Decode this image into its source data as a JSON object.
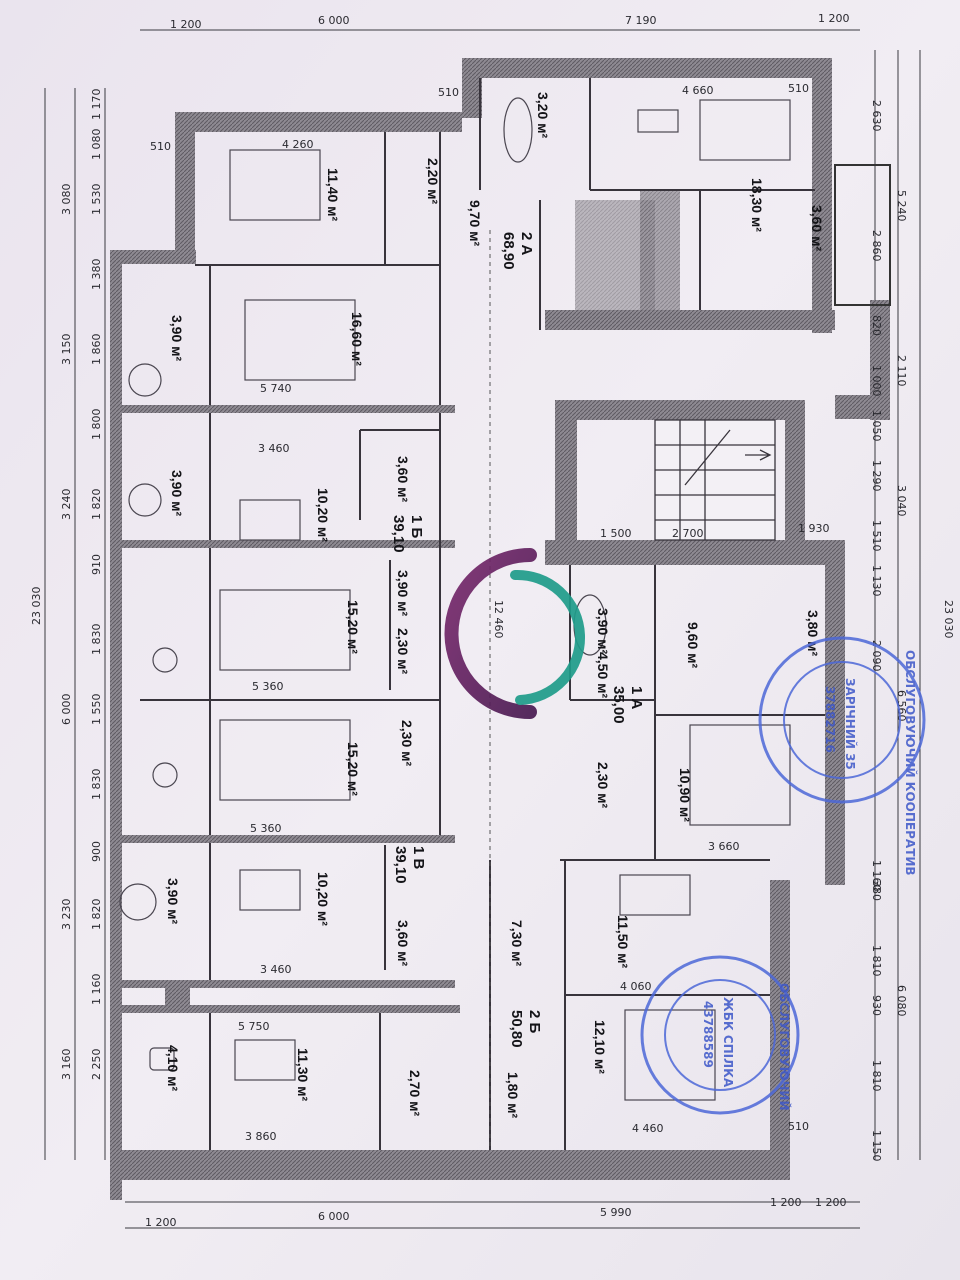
{
  "plan": {
    "top_dims": [
      "1 200",
      "6 000",
      "7 190",
      "1 200"
    ],
    "bottom_dims": [
      "1 200",
      "6 000",
      "5 990",
      "1 200",
      "1 200"
    ],
    "left_chain": [
      "1 170",
      "1 080",
      "1 530",
      "1 380",
      "1 860",
      "1 800",
      "1 820",
      "910",
      "1 830",
      "1 550",
      "1 830",
      "900",
      "1 820",
      "1 160",
      "2 250"
    ],
    "left_totals": [
      "3 080",
      "3 150",
      "3 240",
      "6 000",
      "3 230",
      "3 160"
    ],
    "left_overall": "23 030",
    "right_chain": [
      "2 630",
      "2 860",
      "820",
      "1 000",
      "1 050",
      "1 290",
      "1 510",
      "1 130",
      "2 090",
      "6 560",
      "1 160",
      "380",
      "1 810",
      "930",
      "1 810",
      "1 150"
    ],
    "right_totals": [
      "5 240",
      "2 110",
      "3 040",
      "6 080"
    ],
    "right_overall": "23 030",
    "wall_tag": "510",
    "apartments": [
      {
        "code": "2 А",
        "total": "68,90"
      },
      {
        "code": "1 Б",
        "total": "39,10"
      },
      {
        "code": "1 А",
        "total": "35,00"
      },
      {
        "code": "1 В",
        "total": "39,10"
      },
      {
        "code": "2 Б",
        "total": "50,80"
      }
    ],
    "room_areas": [
      "11,40 м²",
      "16,60 м²",
      "2,20 м²",
      "9,70 м²",
      "3,20 м²",
      "18,30 м²",
      "3,60 м²",
      "3,90 м²",
      "3,90 м²",
      "10,20 м²",
      "3,60 м²",
      "15,20 м²",
      "3,90 м²",
      "2,30 м²",
      "15,20 м²",
      "2,30 м²",
      "3,90 м²",
      "9,60 м²",
      "3,80 м²",
      "4,50 м²",
      "10,90 м²",
      "2,30 м²",
      "3,90 м²",
      "10,20 м²",
      "3,60 м²",
      "7,30 м²",
      "11,50 м²",
      "12,10 м²",
      "1,80 м²",
      "4,10 м²",
      "11,30 м²",
      "2,70 м²"
    ],
    "inner_dims": [
      "4 260",
      "4 660",
      "5 740",
      "3 460",
      "5 360",
      "5 360",
      "3 460",
      "5 750",
      "3 860",
      "4 060",
      "4 460",
      "3 660",
      "2 700",
      "1 500",
      "1 930",
      "12 460"
    ],
    "stamp1": [
      "ОБСЛУГОВУЮЧИЙ КООПЕРАТИВ",
      "ЗАРІЧНИЙ 35",
      "37882716"
    ],
    "stamp2": [
      "ОБСЛУГОВУЮЧИЙ",
      "ЖБК СПІЛКА",
      "43788589"
    ]
  }
}
